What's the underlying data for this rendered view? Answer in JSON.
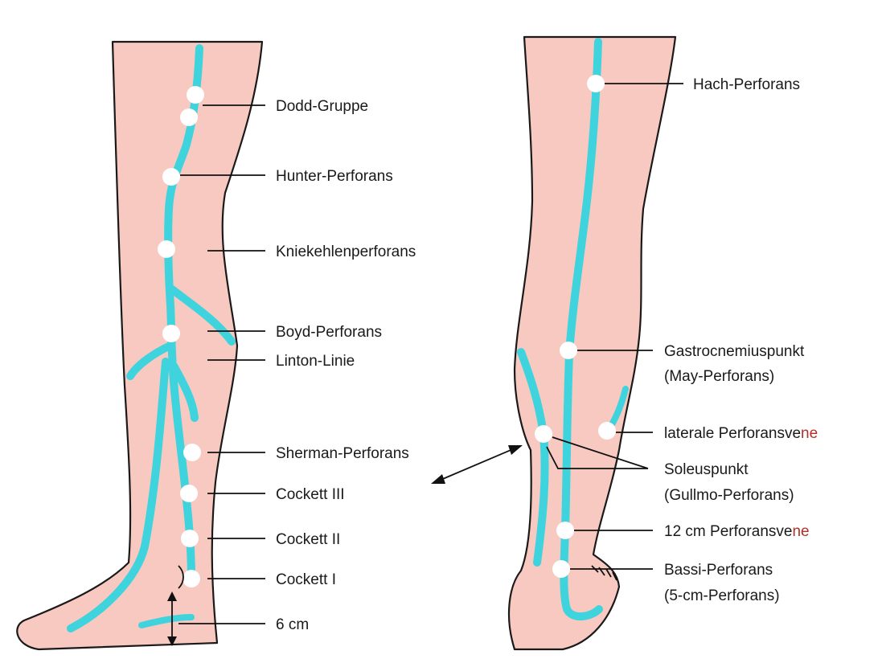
{
  "left_leg": {
    "labels": {
      "dodd": "Dodd-Gruppe",
      "hunter": "Hunter-Perforans",
      "kniekehle": "Kniekehlenperforans",
      "boyd": "Boyd-Perforans",
      "linton": "Linton-Linie",
      "sherman": "Sherman-Perforans",
      "cockett3": "Cockett III",
      "cockett2": "Cockett II",
      "cockett1": "Cockett I",
      "six_cm": "6 cm"
    }
  },
  "right_leg": {
    "labels": {
      "hach": "Hach-Perforans",
      "gastro_1": "Gastrocnemiuspunkt",
      "gastro_2": "(May-Perforans)",
      "lateral_a": "laterale Perforansve",
      "lateral_b": "ne",
      "soleus_1": "Soleuspunkt",
      "soleus_2": "(Gullmo-Perforans)",
      "twelve_a": "12 cm Perforansve",
      "twelve_b": "ne",
      "bassi_1": "Bassi-Perforans",
      "bassi_2": "(5-cm-Perforans)"
    }
  },
  "colors": {
    "skin": "#f7c9c1",
    "vein": "#3fd4dd",
    "outline": "#1a1a1a",
    "accent_text": "#b0302a"
  }
}
